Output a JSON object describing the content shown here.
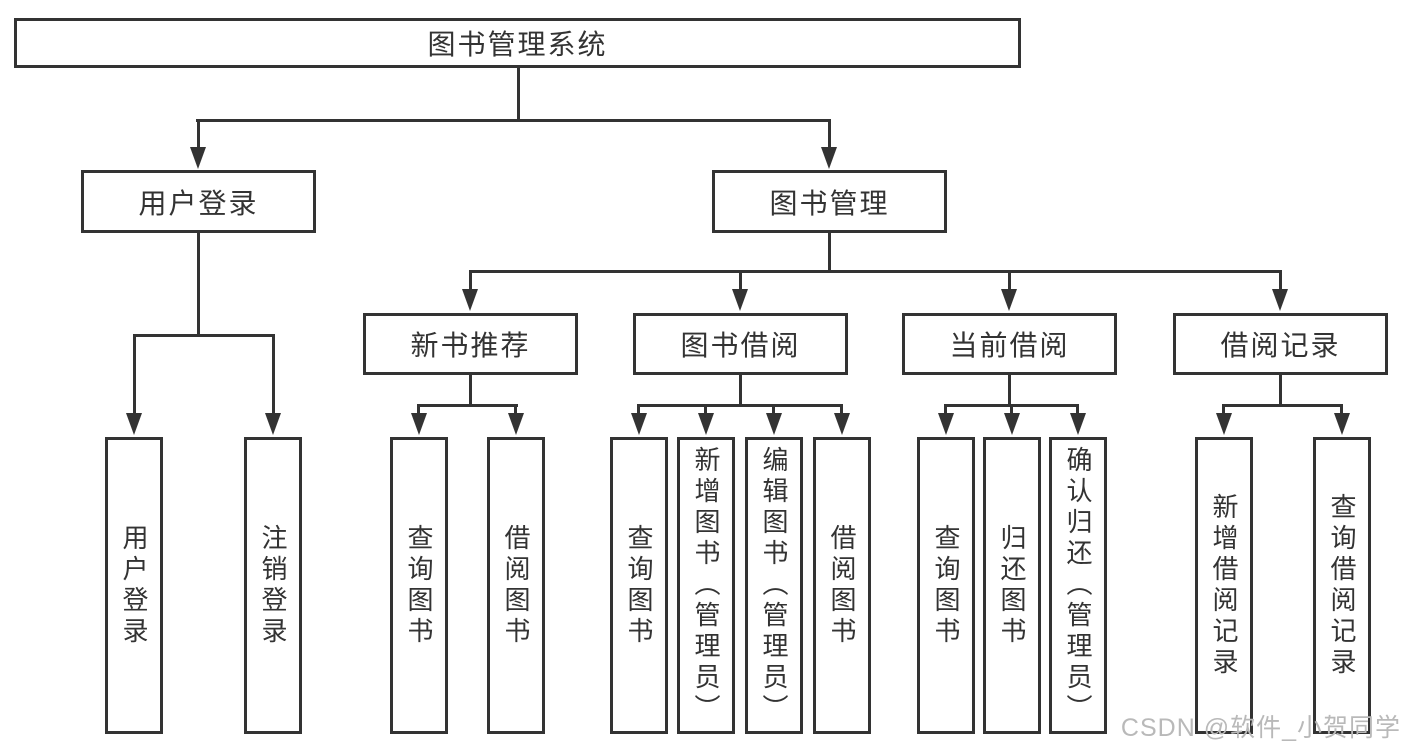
{
  "diagram": {
    "root": {
      "label": "图书管理系统"
    },
    "level2": [
      {
        "label": "用户登录"
      },
      {
        "label": "图书管理"
      }
    ],
    "level3": [
      {
        "label": "新书推荐"
      },
      {
        "label": "图书借阅"
      },
      {
        "label": "当前借阅"
      },
      {
        "label": "借阅记录"
      }
    ],
    "leaves": {
      "user_login": [
        "用户登录",
        "注销登录"
      ],
      "new_books": [
        "查询图书",
        "借阅图书"
      ],
      "book_borrow": [
        "查询图书",
        "新增图书（管理员）",
        "编辑图书（管理员）",
        "借阅图书"
      ],
      "current_borrow": [
        "查询图书",
        "归还图书",
        "确认归还（管理员）"
      ],
      "borrow_records": [
        "新增借阅记录",
        "查询借阅记录"
      ]
    }
  },
  "watermark": {
    "text": "CSDN @软件_小贺同学"
  },
  "colors": {
    "line": "#333333",
    "text": "#333333",
    "box_border": "#333333",
    "background": "#ffffff",
    "watermark": "#b9b9b9"
  }
}
